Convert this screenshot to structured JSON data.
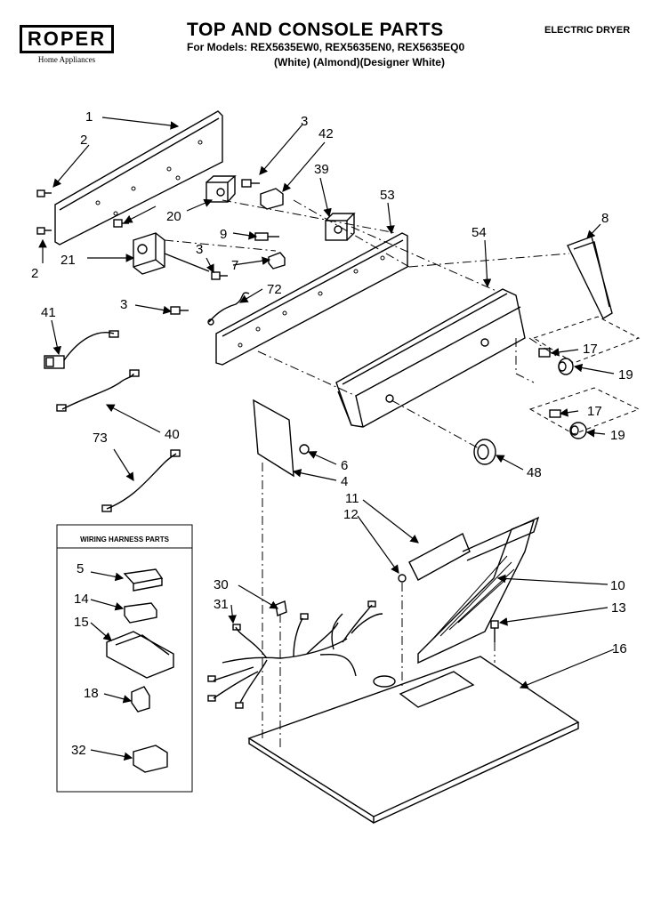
{
  "header": {
    "brand": "ROPER",
    "brand_sub": "Home Appliances",
    "title": "TOP AND CONSOLE PARTS",
    "models": "For Models: REX5635EW0, REX5635EN0, REX5635EQ0",
    "variants": "(White)    (Almond)(Designer White)",
    "dryer_type": "ELECTRIC DRYER"
  },
  "inset": {
    "title": "WIRING HARNESS PARTS"
  },
  "callouts": [
    "1",
    "2",
    "3",
    "42",
    "39",
    "53",
    "8",
    "54",
    "20",
    "9",
    "7",
    "2",
    "21",
    "3",
    "72",
    "41",
    "3",
    "17",
    "19",
    "17",
    "40",
    "19",
    "73",
    "6",
    "4",
    "48",
    "11",
    "12",
    "5",
    "10",
    "14",
    "30",
    "31",
    "13",
    "15",
    "16",
    "18",
    "32"
  ]
}
